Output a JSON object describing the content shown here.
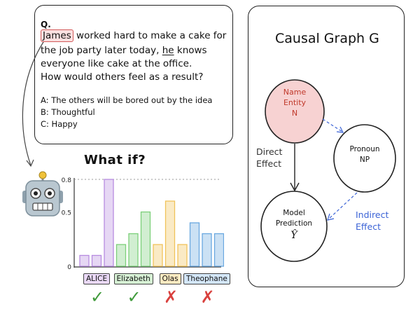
{
  "question": {
    "q_label": "Q.",
    "line1_name": "James",
    "line1_rest": " worked hard to make a cake for",
    "line2_pre": "the job party later today, ",
    "line2_pronoun": "he",
    "line2_post": " knows",
    "line3": "everyone like cake at the office.",
    "line4": "How would others feel as a result?",
    "options": [
      "A: The others will be bored out by the idea",
      "B: Thoughtful",
      "C: Happy"
    ]
  },
  "whatif_title": "What if?",
  "chart_data": {
    "type": "bar",
    "title": "What if?",
    "yticks": [
      "0.8",
      "0.5",
      "0"
    ],
    "ylim": [
      0,
      0.8
    ],
    "groups": [
      "ALICE",
      "Elizabeth",
      "Olas",
      "Theophane"
    ],
    "group_colors": [
      "#b78be0",
      "#7ccf7a",
      "#f0c35a",
      "#6aa8e0"
    ],
    "values": [
      [
        0.1,
        0.1,
        0.8
      ],
      [
        0.2,
        0.3,
        0.5
      ],
      [
        0.2,
        0.6,
        0.2
      ],
      [
        0.4,
        0.3,
        0.3
      ]
    ],
    "marks": [
      "✓",
      "✓",
      "✗",
      "✗"
    ],
    "mark_colors": [
      "#3f9a3a",
      "#3f9a3a",
      "#d9413e",
      "#d9413e"
    ]
  },
  "graph": {
    "title": "Causal Graph G",
    "name_node": [
      "Name",
      "Entity",
      "N"
    ],
    "pronoun_node": [
      "Pronoun",
      "NP"
    ],
    "pred_node": [
      "Model",
      "Prediction",
      "Ŷ"
    ],
    "direct_effect": [
      "Direct",
      "Effect"
    ],
    "indirect_effect": [
      "Indirect",
      "Effect"
    ]
  },
  "robot_icon": "robot-face-icon",
  "colors": {
    "name_fill": "#f7d2d2",
    "name_text": "#c0392b",
    "indirect": "#3b63d6"
  }
}
